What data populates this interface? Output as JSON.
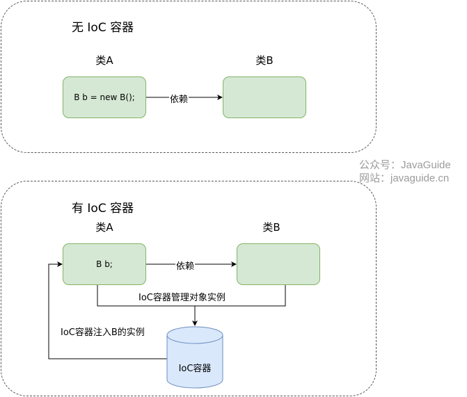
{
  "top_panel": {
    "title": "无 IoC 容器",
    "class_a_label": "类A",
    "class_b_label": "类B",
    "class_a_code": "B b = new B();",
    "class_b_code": "",
    "arrow_label": "依赖"
  },
  "bottom_panel": {
    "title": "有 IoC 容器",
    "class_a_label": "类A",
    "class_b_label": "类B",
    "class_a_code": "B b;",
    "class_b_code": "",
    "arrow_label": "依赖",
    "manage_label": "IoC容器管理对象实例",
    "inject_label": "IoC容器注入B的实例",
    "container_label": "IoC容器"
  },
  "watermark": {
    "line1": "公众号：JavaGuide",
    "line2": "网站：javaguide.cn"
  },
  "colors": {
    "box_fill": "#d5e8d4",
    "box_stroke": "#82b366",
    "cylinder_fill": "#dae8fc",
    "cylinder_stroke": "#6c8ebf"
  }
}
